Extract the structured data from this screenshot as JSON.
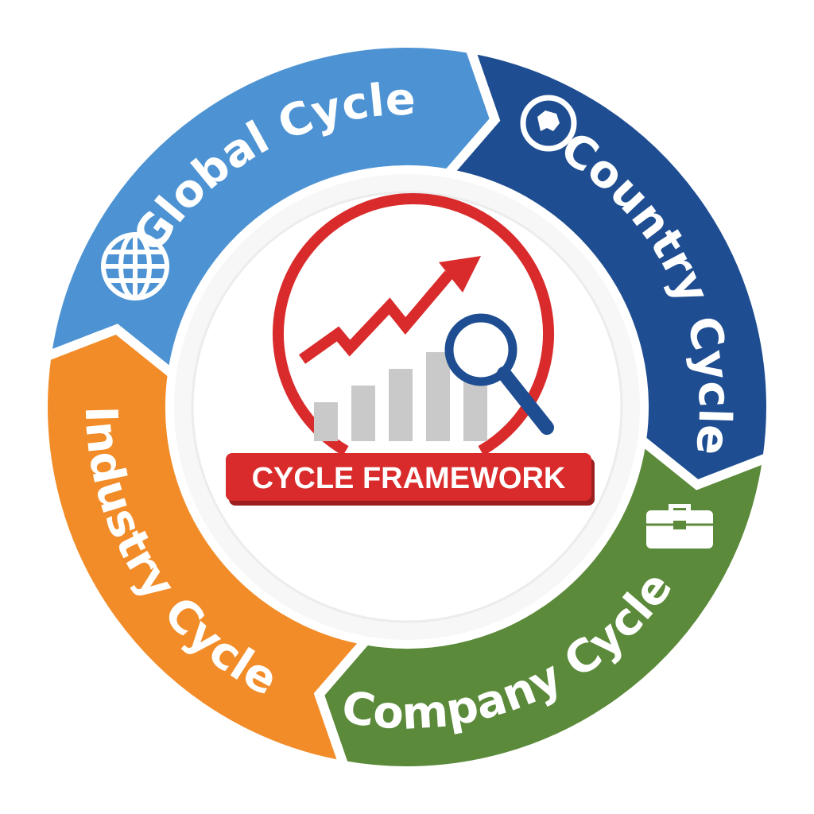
{
  "title": "CYCLE FRAMEWORK",
  "segments": [
    {
      "id": "global",
      "label": "Global Cycle",
      "color": "#4d93d3",
      "icon": "globe-icon"
    },
    {
      "id": "country",
      "label": "Country Cycle",
      "color": "#1e4d91",
      "icon": "country-map-icon"
    },
    {
      "id": "company",
      "label": "Company Cycle",
      "color": "#5b8a3a",
      "icon": "briefcase-icon"
    },
    {
      "id": "industry",
      "label": "Industry Cycle",
      "color": "#f28c28",
      "icon": "factory-icon"
    }
  ],
  "center": {
    "ring_color": "#d92b2b",
    "bar_color": "#c9c9c9",
    "trend_arrow_color": "#d92b2b",
    "magnifier_color": "#1e4d91",
    "bar_levels": [
      0.35,
      0.5,
      0.65,
      0.8,
      0.55
    ]
  }
}
